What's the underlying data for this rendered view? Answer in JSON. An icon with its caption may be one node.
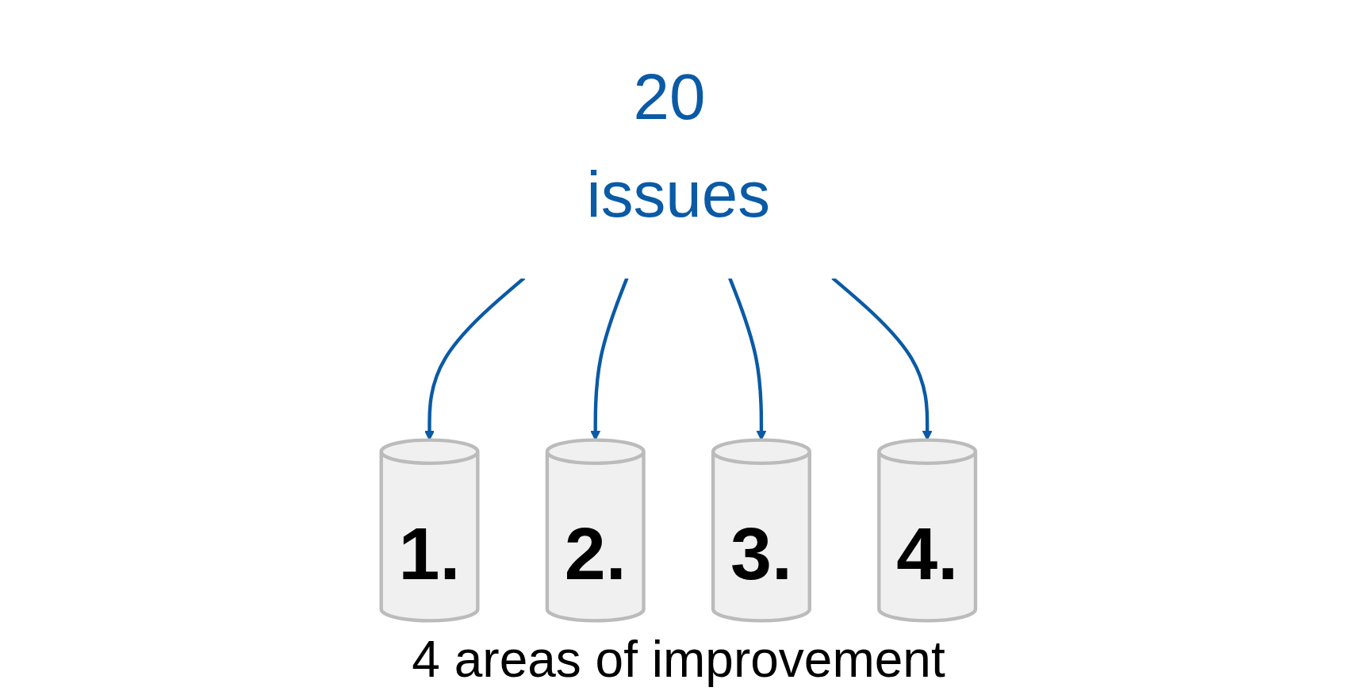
{
  "diagram": {
    "caption": "4 areas of improvement",
    "nodes": [
      {
        "text": [
          "20 issues"
        ]
      },
      {
        "text": [
          "1."
        ]
      },
      {
        "text": [
          "2."
        ]
      },
      {
        "text": [
          "3."
        ]
      },
      {
        "text": [
          "4."
        ]
      }
    ],
    "edges": [
      {
        "from": 0,
        "to": 1,
        "arrow": "to"
      },
      {
        "from": 0,
        "to": 2,
        "arrow": "to"
      },
      {
        "from": 0,
        "to": 3,
        "arrow": "to"
      },
      {
        "from": 0,
        "to": 4,
        "arrow": "to"
      }
    ]
  }
}
